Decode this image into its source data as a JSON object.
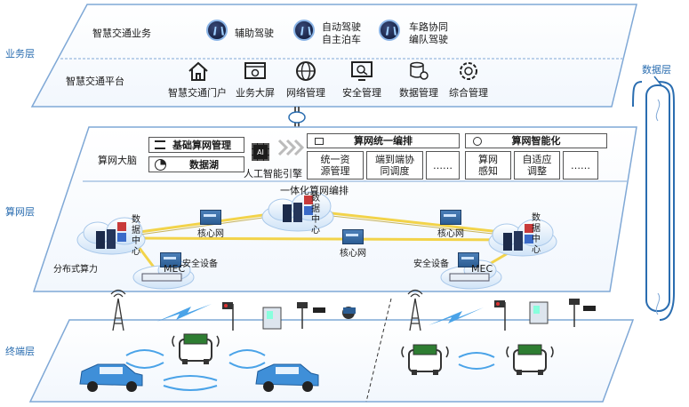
{
  "layers": {
    "business": "业务层",
    "compute": "算网层",
    "terminal": "终端层",
    "data": "数据层"
  },
  "business_layer": {
    "service_label": "智慧交通业务",
    "services": [
      "辅助驾驶",
      "自动驾驶",
      "自主泊车",
      "车路协同",
      "编队驾驶"
    ],
    "platform_label": "智慧交通平台",
    "platform_items": [
      "智慧交通门户",
      "业务大屏",
      "网络管理",
      "安全管理",
      "数据管理",
      "综合管理"
    ]
  },
  "compute_layer": {
    "brain_label": "算网大脑",
    "basic_mgmt": "基础算网管理",
    "data_lake": "数据湖",
    "ai_engine": "人工智能引擎",
    "ai_chip": "AI",
    "unified_title": "算网统一编排",
    "unified_items": [
      "统一资",
      "源管理",
      "端到端协",
      "同调度",
      "……"
    ],
    "intel_title": "算网智能化",
    "intel_items": [
      "算网",
      "感知",
      "自适应",
      "调整",
      "……"
    ],
    "integrated": "一体化算网编排",
    "data_center": "数据中心",
    "core_net": "核心网",
    "security": "安全设备",
    "distributed": "分布式算力",
    "mec": "MEC"
  },
  "colors": {
    "layer_label": "#2a6db0",
    "plane_border": "#5b8fc8",
    "link_yellow": "#f2d34a",
    "car_blue": "#3f8fd8",
    "car_green": "#2e7d32",
    "lightning": "#4aa3e8"
  }
}
